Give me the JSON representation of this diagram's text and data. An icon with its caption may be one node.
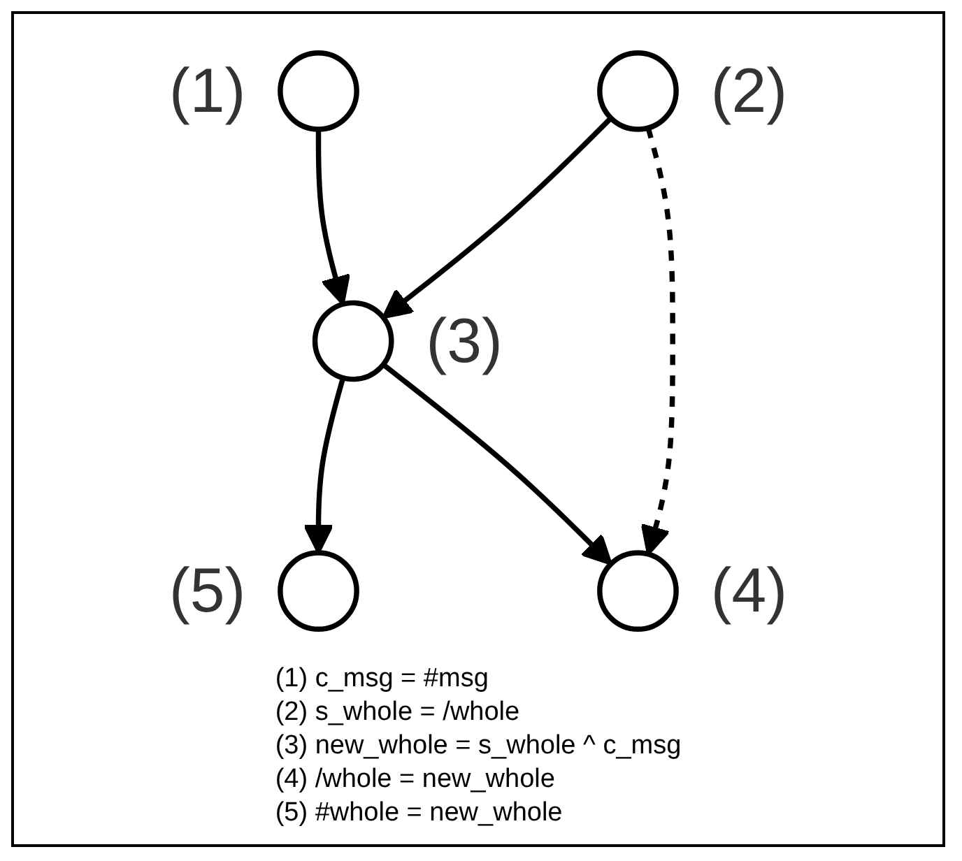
{
  "diagram": {
    "nodes": [
      {
        "text": [],
        "shape": "circle",
        "beside": [
          "(1)"
        ]
      },
      {
        "text": [],
        "shape": "circle",
        "beside": [
          "(2)"
        ]
      },
      {
        "text": [],
        "shape": "circle",
        "beside": [
          "(3)"
        ]
      },
      {
        "text": [],
        "shape": "circle",
        "beside": [
          "(5)"
        ]
      },
      {
        "text": [],
        "shape": "circle",
        "beside": [
          "(4)"
        ]
      }
    ],
    "edges": [
      {
        "from": 0,
        "to": 2,
        "arrow": "to"
      },
      {
        "from": 1,
        "to": 2,
        "arrow": "to"
      },
      {
        "from": 2,
        "to": 3,
        "arrow": "to"
      },
      {
        "from": 2,
        "to": 4,
        "arrow": "to"
      },
      {
        "from": 1,
        "to": 4,
        "arrow": "to",
        "style": "dashed"
      }
    ],
    "labels": [
      "(1) c_msg = #msg",
      "(2) s_whole = /whole",
      "(3) new_whole = s_whole ^ c_msg",
      "(4) /whole = new_whole",
      "(5) #whole = new_whole"
    ]
  }
}
